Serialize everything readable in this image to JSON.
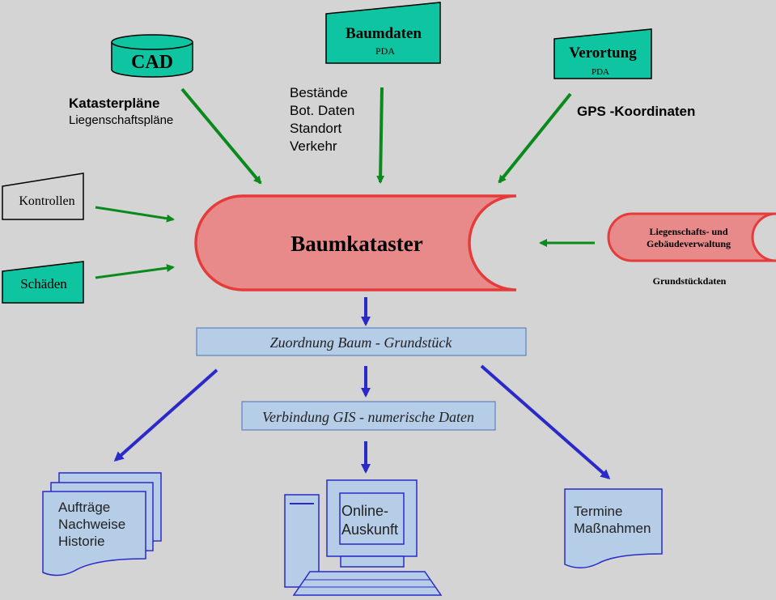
{
  "colors": {
    "background": "#d4d4d4",
    "teal": "#0fc4a0",
    "pink": "#e98a8a",
    "pink_border": "#e63b3b",
    "light_blue": "#b6cde8",
    "green_arrow": "#0a8a1c",
    "blue_arrow": "#2a2ac8"
  },
  "sources": {
    "cad": {
      "label": "CAD",
      "caption_line1": "Katasterpläne",
      "caption_line2": "Liegenschaftspläne"
    },
    "baumdaten": {
      "label": "Baumdaten",
      "sublabel": "PDA"
    },
    "baumdaten_caption": [
      "Bestände",
      "Bot. Daten",
      "Standort",
      "Verkehr"
    ],
    "verortung": {
      "label": "Verortung",
      "sublabel": "PDA",
      "caption": "GPS -Koordinaten"
    },
    "kontrollen": "Kontrollen",
    "schaeden": "Schäden"
  },
  "central": {
    "label": "Baumkataster"
  },
  "liegenschaft": {
    "line1": "Liegenschafts- und",
    "line2": "Gebäudeverwaltung",
    "caption": "Grundstückdaten"
  },
  "steps": {
    "zuordnung": "Zuordnung Baum - Grundstück",
    "verbindung": "Verbindung GIS - numerische Daten"
  },
  "outputs": {
    "documents": [
      "Aufträge",
      "Nachweise",
      "Historie"
    ],
    "online": [
      "Online-",
      "Auskunft"
    ],
    "termine": [
      "Termine",
      "Maßnahmen"
    ]
  }
}
